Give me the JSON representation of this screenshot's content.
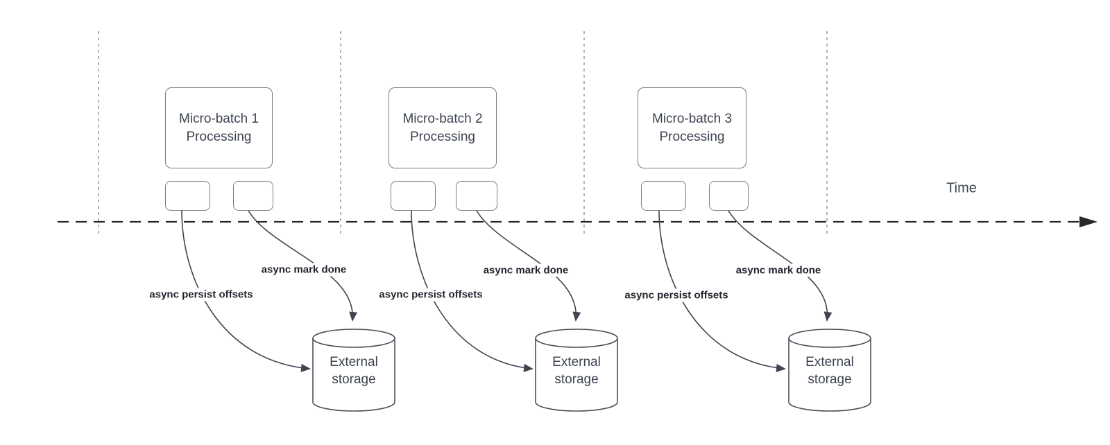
{
  "diagram": {
    "time_label": "Time",
    "groups": [
      {
        "box_line1": "Micro-batch 1",
        "box_line2": "Processing",
        "persist_label": "async persist offsets",
        "done_label": "async mark done",
        "storage_line1": "External",
        "storage_line2": "storage"
      },
      {
        "box_line1": "Micro-batch 2",
        "box_line2": "Processing",
        "persist_label": "async persist offsets",
        "done_label": "async mark done",
        "storage_line1": "External",
        "storage_line2": "storage"
      },
      {
        "box_line1": "Micro-batch 3",
        "box_line2": "Processing",
        "persist_label": "async persist offsets",
        "done_label": "async mark done",
        "storage_line1": "External",
        "storage_line2": "storage"
      }
    ],
    "colors": {
      "connector_stroke": "#3f4450",
      "timeline_stroke": "#26262b",
      "guide_line_stroke": "#9e9e9e",
      "box_border": "#767b86",
      "box_text": "#3c4350",
      "label_text": "#1f232c",
      "background": "#ffffff"
    }
  }
}
